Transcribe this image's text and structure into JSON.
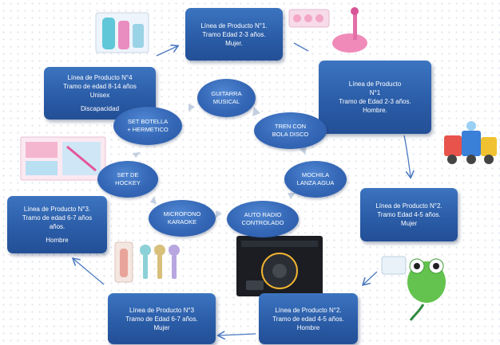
{
  "boxes": {
    "b1": {
      "lines": [
        "Línea de Producto N°1.",
        "Tramo Edad 2-3 años.",
        "Mujer."
      ]
    },
    "b2": {
      "lines": [
        "Línea de Producto",
        "N°1",
        "Tramo de Edad 2-3 años.",
        "Hombre."
      ]
    },
    "b3": {
      "lines": [
        "Línea de Producto N°2.",
        "Tramo Edad 4-5 años.",
        "Mujer"
      ]
    },
    "b4": {
      "lines": [
        "Línea de Producto N°2.",
        "Tramo de edad 4-5 años.",
        "Hombre"
      ]
    },
    "b5": {
      "lines": [
        "Línea de Producto N°3",
        "Tramo de Edad  6-7 años.",
        "Mujer"
      ]
    },
    "b6": {
      "lines": [
        "Línea de Producto N°3.",
        "Tramo de edad 6-7 años",
        "años.",
        "Hombre"
      ]
    },
    "b7": {
      "lines": [
        "Línea de Producto N°4",
        "Tramo de edad 8-14 años",
        "Unisex",
        "Discapacidad"
      ]
    }
  },
  "cycle": {
    "c1": {
      "lines": [
        "GUITARRA",
        "MUSICAL"
      ]
    },
    "c2": {
      "lines": [
        "TREN CON",
        "BOLA DISCO"
      ]
    },
    "c3": {
      "lines": [
        "MOCHILA",
        "LANZA AGUA"
      ]
    },
    "c4": {
      "lines": [
        "AUTO RADIO",
        "CONTROLADO"
      ]
    },
    "c5": {
      "lines": [
        "MICROFONO",
        "KARAOKE"
      ]
    },
    "c6": {
      "lines": [
        "SET DE",
        "HOCKEY"
      ]
    },
    "c7": {
      "lines": [
        "SET BOTELLA",
        "+ HERMETICO"
      ]
    }
  },
  "colors": {
    "box": "#2e60aa",
    "circle": "#3467b6",
    "cycle_arrow": "#c4cfe0",
    "outer_arrow": "#4a78c0"
  }
}
